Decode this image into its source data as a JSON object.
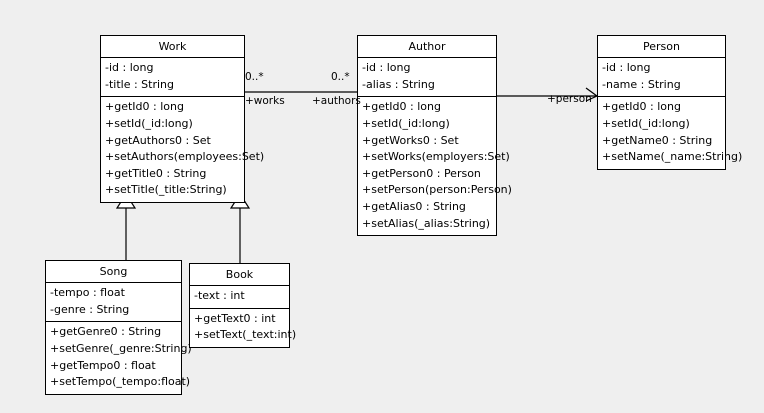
{
  "diagram": {
    "title": "UML Class Diagram",
    "background_color": "#efefef",
    "box_fill": "#ffffff",
    "line_color": "#000000"
  },
  "classes": {
    "work": {
      "name": "Work",
      "attributes": [
        "-id : long",
        "-title : String"
      ],
      "operations": [
        "+getId0 : long",
        "+setId(_id:long)",
        "+getAuthors0 : Set",
        "+setAuthors(employees:Set)",
        "+getTitle0 : String",
        "+setTitle(_title:String)"
      ]
    },
    "author": {
      "name": "Author",
      "attributes": [
        "-id : long",
        "-alias : String"
      ],
      "operations": [
        "+getId0 : long",
        "+setId(_id:long)",
        "+getWorks0 : Set",
        "+setWorks(employers:Set)",
        "+getPerson0 : Person",
        "+setPerson(person:Person)",
        "+getAlias0 : String",
        "+setAlias(_alias:String)"
      ]
    },
    "person": {
      "name": "Person",
      "attributes": [
        "-id : long",
        "-name : String"
      ],
      "operations": [
        "+getId0 : long",
        "+setId(_id:long)",
        "+getName0 : String",
        "+setName(_name:String)"
      ]
    },
    "song": {
      "name": "Song",
      "attributes": [
        "-tempo : float",
        "-genre : String"
      ],
      "operations": [
        "+getGenre0 : String",
        "+setGenre(_genre:String)",
        "+getTempo0 : float",
        "+setTempo(_tempo:float)"
      ]
    },
    "book": {
      "name": "Book",
      "attributes": [
        "-text : int"
      ],
      "operations": [
        "+getText0 : int",
        "+setText(_text:int)"
      ]
    }
  },
  "relationships": {
    "work_author": {
      "source_multiplicity": "0..*",
      "target_multiplicity": "0..*",
      "source_role": "+works",
      "target_role": "+authors"
    },
    "author_person": {
      "target_role": "+person"
    },
    "song_work": {
      "type": "generalization"
    },
    "book_work": {
      "type": "generalization"
    }
  }
}
